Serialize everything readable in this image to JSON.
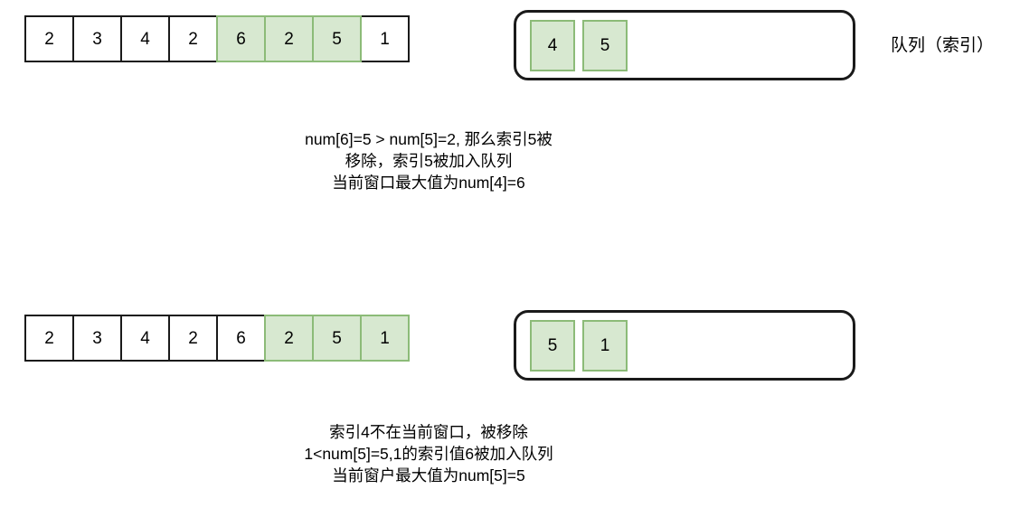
{
  "diagram": {
    "title_label": "队列（索引）",
    "steps": [
      {
        "id": "step-1",
        "array": {
          "cells": [
            {
              "value": "2",
              "highlighted": false
            },
            {
              "value": "3",
              "highlighted": false
            },
            {
              "value": "4",
              "highlighted": false
            },
            {
              "value": "2",
              "highlighted": false
            },
            {
              "value": "6",
              "highlighted": true
            },
            {
              "value": "2",
              "highlighted": true
            },
            {
              "value": "5",
              "highlighted": true
            },
            {
              "value": "1",
              "highlighted": false
            }
          ]
        },
        "queue": {
          "items": [
            "4",
            "5"
          ]
        },
        "caption": {
          "line1": "num[6]=5  > num[5]=2, 那么索引5被",
          "line2": "移除，索引5被加入队列",
          "line3": "当前窗口最大值为num[4]=6"
        }
      },
      {
        "id": "step-2",
        "array": {
          "cells": [
            {
              "value": "2",
              "highlighted": false
            },
            {
              "value": "3",
              "highlighted": false
            },
            {
              "value": "4",
              "highlighted": false
            },
            {
              "value": "2",
              "highlighted": false
            },
            {
              "value": "6",
              "highlighted": false
            },
            {
              "value": "2",
              "highlighted": true
            },
            {
              "value": "5",
              "highlighted": true
            },
            {
              "value": "1",
              "highlighted": true
            }
          ]
        },
        "queue": {
          "items": [
            "5",
            "1"
          ]
        },
        "caption": {
          "line1": "索引4不在当前窗口，被移除",
          "line2": "1<num[5]=5,1的索引值6被加入队列",
          "line3": "当前窗户最大值为num[5]=5"
        }
      }
    ],
    "colors": {
      "highlight_fill": "#d7e8d0",
      "highlight_border": "#8cbb78",
      "cell_border": "#1a1a1a",
      "background": "#ffffff",
      "text": "#000000"
    }
  }
}
